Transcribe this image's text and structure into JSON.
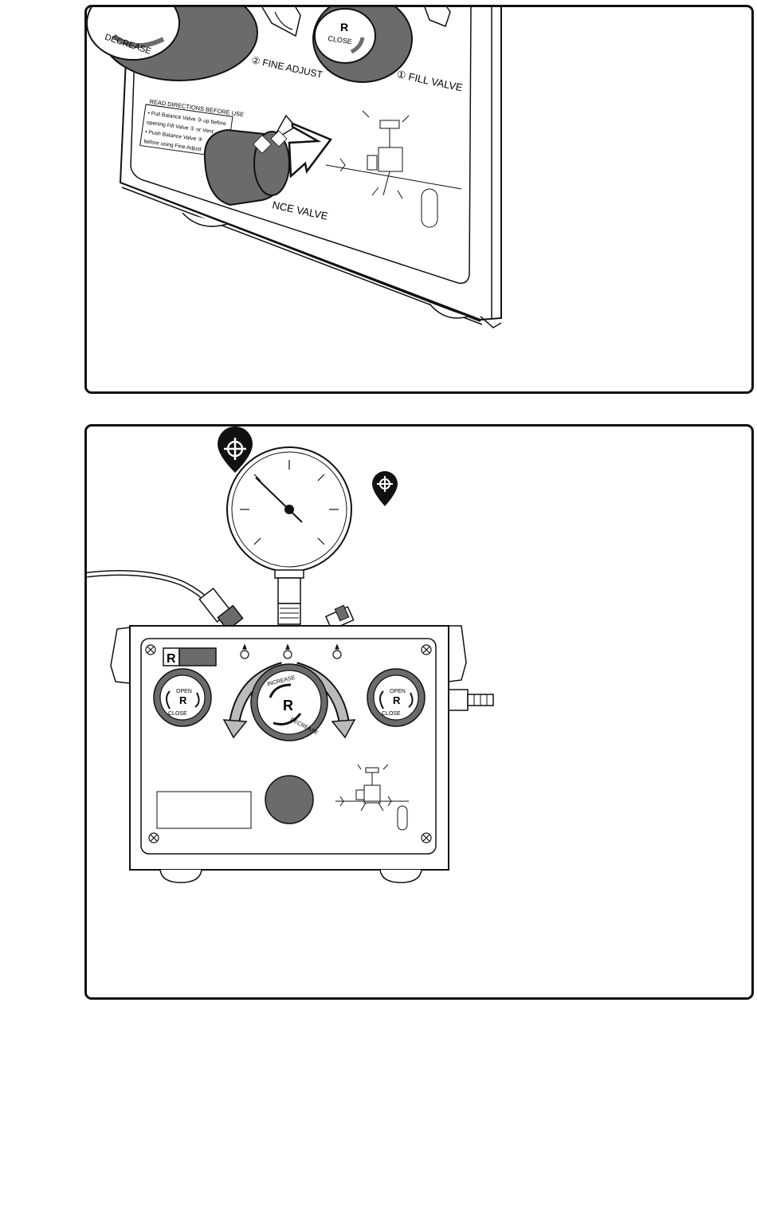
{
  "top_panel": {
    "decrease_label": "DECREASE",
    "close_label": "CLOSE",
    "fine_adjust_label": "② FINE ADJUST",
    "fill_valve_label": "① FILL VALVE",
    "balance_valve_label": "NCE VALVE",
    "directions": {
      "heading": "READ DIRECTIONS BEFORE USE",
      "line1": "• Pull Balance Valve ③ up before",
      "line2": "opening Fill Valve ① or Vent",
      "line3": "• Push Balance Valve ③",
      "line4": "before using Fine Adjust"
    },
    "logo_glyph": "R"
  },
  "bottom_panel": {
    "left_knob": {
      "open_label": "OPEN",
      "close_label": "CLOSE"
    },
    "center_knob": {
      "increase_label": "INCREASE",
      "decrease_label": "DECREASE"
    },
    "right_knob": {
      "open_label": "OPEN",
      "close_label": "CLOSE"
    },
    "logo_glyph": "R",
    "marker_icon": "crosshair-location-pin-icon",
    "gauge_needle_direction": "upper-left"
  },
  "colors": {
    "ink": "#111111",
    "knob_gray": "#6b6b6b",
    "rim_gray": "#8a8a8a"
  }
}
